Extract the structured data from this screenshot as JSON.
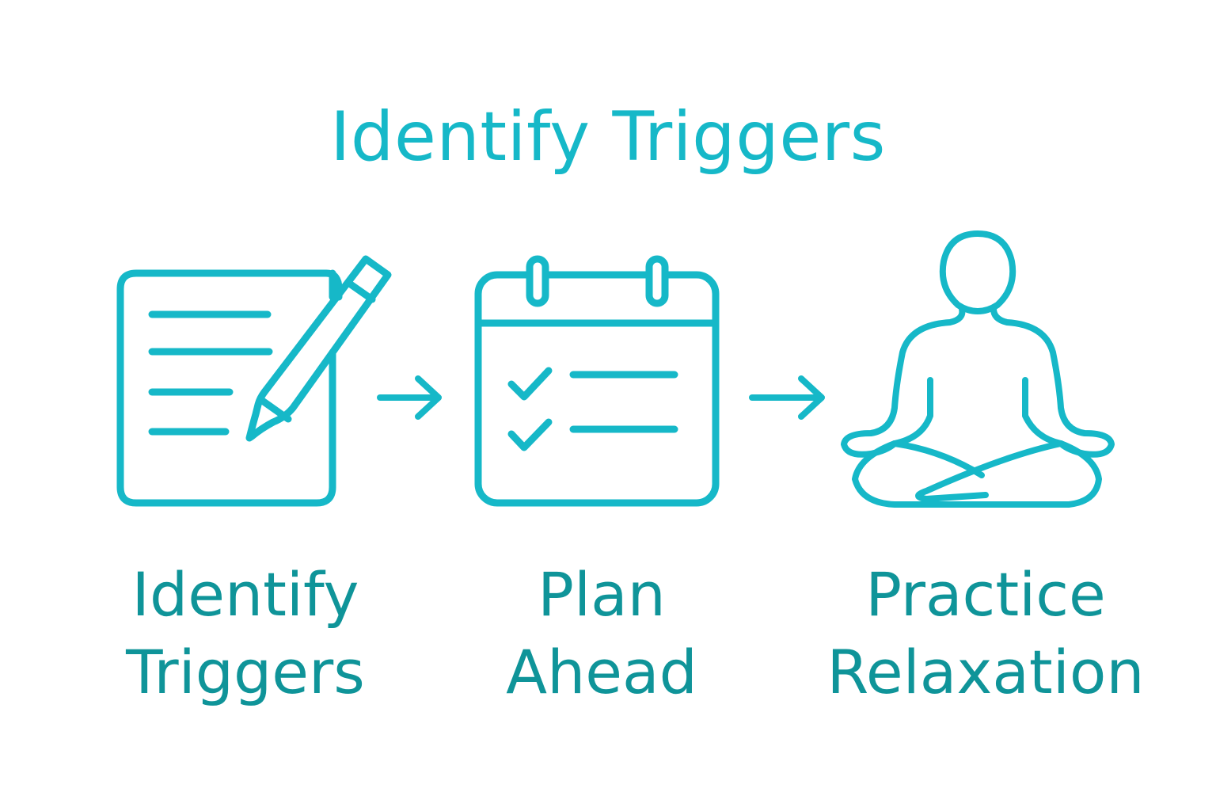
{
  "title": "Identify Triggers",
  "colors": {
    "accent": "#16b8c8",
    "label": "#0f9499",
    "background": "#ffffff"
  },
  "steps": [
    {
      "icon": "notepad-pencil-icon",
      "line1": "Identify",
      "line2": "Triggers"
    },
    {
      "icon": "calendar-checklist-icon",
      "line1": "Plan",
      "line2": "Ahead"
    },
    {
      "icon": "meditation-icon",
      "line1": "Practice",
      "line2": "Relaxation"
    }
  ],
  "connectors": [
    "arrow-right-icon",
    "arrow-right-icon"
  ]
}
